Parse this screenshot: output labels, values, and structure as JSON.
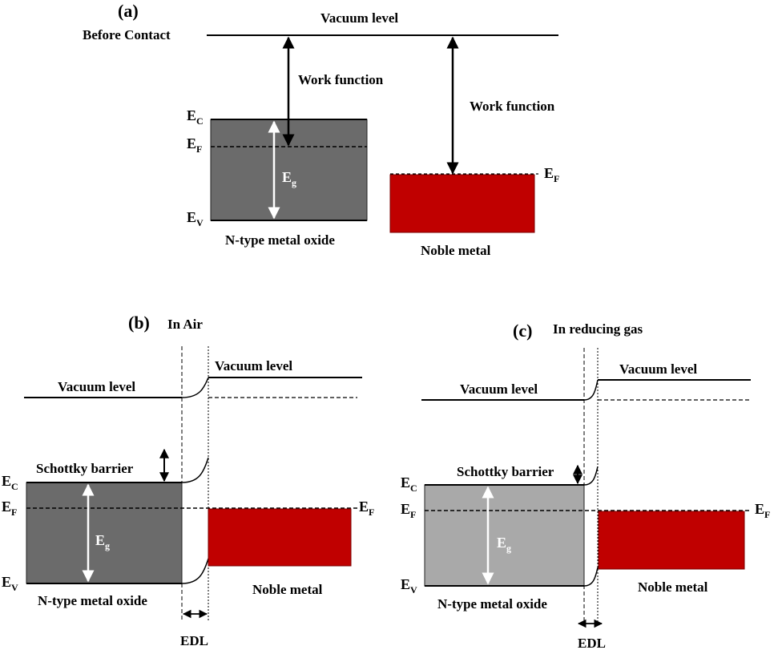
{
  "panels": {
    "a": {
      "letter": "(a)",
      "stage": "Before Contact",
      "vacuum": "Vacuum level",
      "wf_oxide": "Work function",
      "wf_metal": "Work function",
      "oxide": "N-type metal oxide",
      "metal": "Noble metal"
    },
    "b": {
      "letter": "(b)",
      "condition": "In Air",
      "vacuum_left": "Vacuum level",
      "vacuum_right": "Vacuum level",
      "barrier": "Schottky barrier",
      "oxide": "N-type metal oxide",
      "metal": "Noble metal",
      "edl": "EDL"
    },
    "c": {
      "letter": "(c)",
      "condition": "In reducing gas",
      "vacuum_left": "Vacuum level",
      "vacuum_right": "Vacuum level",
      "barrier": "Schottky barrier",
      "oxide": "N-type metal oxide",
      "metal": "Noble metal",
      "edl": "EDL"
    }
  },
  "symbols": {
    "E": "E",
    "C": "C",
    "F": "F",
    "V": "V",
    "g": "g"
  },
  "colors": {
    "oxide_air": "#6b6b6b",
    "oxide_reducing": "#a9a9a9",
    "metal": "#c00000",
    "metal_edge": "#7a0000"
  }
}
